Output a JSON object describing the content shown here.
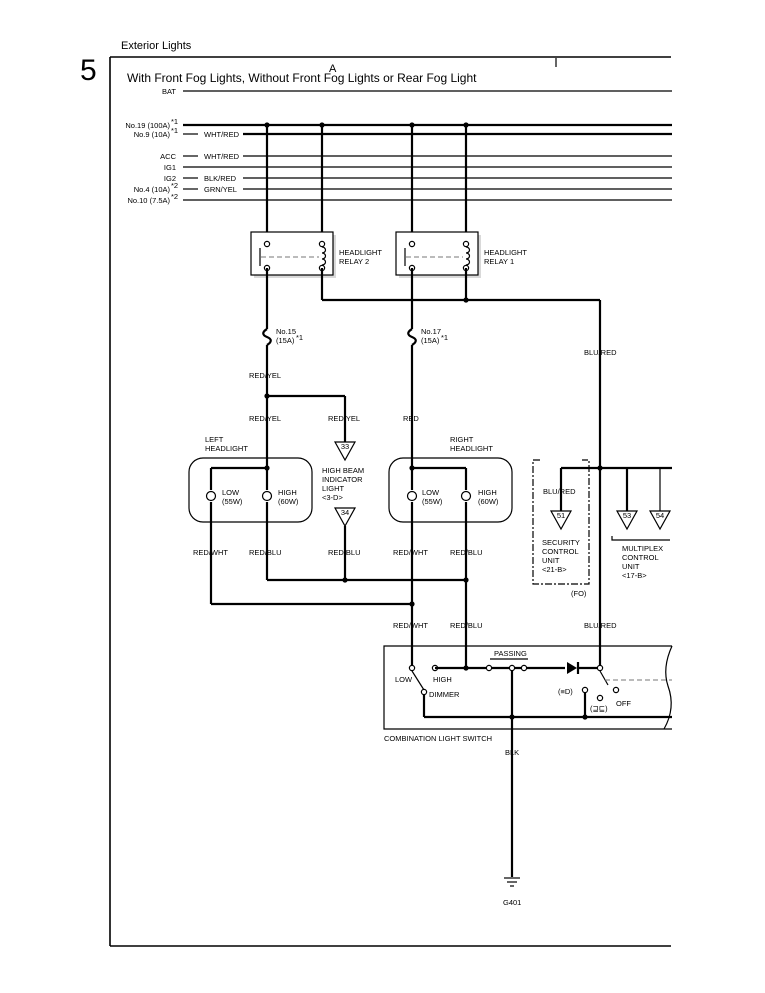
{
  "page": {
    "number": "5",
    "section": "Exterior Lights",
    "grid_a": "A",
    "title": "With Front Fog Lights, Without Front Fog Lights or Rear Fog Light"
  },
  "power_rails": {
    "bat": "BAT",
    "no19": "No.19 (100A)",
    "no19_note": "*1",
    "no9": "No.9 (10A)",
    "no9_note": "*1",
    "no9_wire": "WHT/RED",
    "acc": "ACC",
    "acc_wire": "WHT/RED",
    "ig1": "IG1",
    "ig2": "IG2",
    "ig2_wire": "BLK/RED",
    "no4": "No.4 (10A)",
    "no4_note": "*2",
    "no4_wire": "GRN/YEL",
    "no10": "No.10 (7.5A)",
    "no10_note": "*2"
  },
  "relays": {
    "relay2_line1": "HEADLIGHT",
    "relay2_line2": "RELAY 2",
    "relay1_line1": "HEADLIGHT",
    "relay1_line2": "RELAY 1"
  },
  "fuses": {
    "no15": "No.15",
    "no15_rating": "(15A)",
    "no15_note": "*1",
    "no17": "No.17",
    "no17_rating": "(15A)",
    "no17_note": "*1"
  },
  "wires": {
    "red_yel_1": "RED/YEL",
    "red_yel_2": "RED/YEL",
    "red_yel_3": "RED/YEL",
    "red": "RED",
    "blu_red_1": "BLU/RED",
    "blu_red_2": "BLU/RED",
    "blu_red_3": "BLU/RED",
    "red_wht_1": "RED/WHT",
    "red_blu_1": "RED/BLU",
    "red_blu_2": "RED/BLU",
    "red_wht_2": "RED/WHT",
    "red_blu_3": "RED/BLU",
    "red_wht_3": "RED/WHT",
    "red_blu_4": "RED/BLU",
    "blk": "BLK"
  },
  "left_headlight": {
    "name1": "LEFT",
    "name2": "HEADLIGHT",
    "low": "LOW",
    "low_w": "(55W)",
    "high": "HIGH",
    "high_w": "(60W)"
  },
  "right_headlight": {
    "name1": "RIGHT",
    "name2": "HEADLIGHT",
    "low": "LOW",
    "low_w": "(55W)",
    "high": "HIGH",
    "high_w": "(60W)"
  },
  "indicator": {
    "line1": "HIGH BEAM",
    "line2": "INDICATOR",
    "line3": "LIGHT",
    "ref": "<3-D>",
    "pin_in": "33",
    "pin_out": "34"
  },
  "security": {
    "line1": "SECURITY",
    "line2": "CONTROL",
    "line3": "UNIT",
    "ref": "<21-B>",
    "pin": "51",
    "note": "(FO)"
  },
  "multiplex": {
    "line1": "MULTIPLEX",
    "line2": "CONTROL",
    "line3": "UNIT",
    "ref": "<17-B>",
    "pin_a": "53",
    "pin_b": "54"
  },
  "switch": {
    "name": "COMBINATION LIGHT SWITCH",
    "passing": "PASSING",
    "low": "LOW",
    "high": "HIGH",
    "dimmer": "DIMMER",
    "headlight_symbol": "(≡D)",
    "parking_symbol": "(⊒⊑)",
    "off": "OFF"
  },
  "ground": {
    "name": "G401"
  }
}
